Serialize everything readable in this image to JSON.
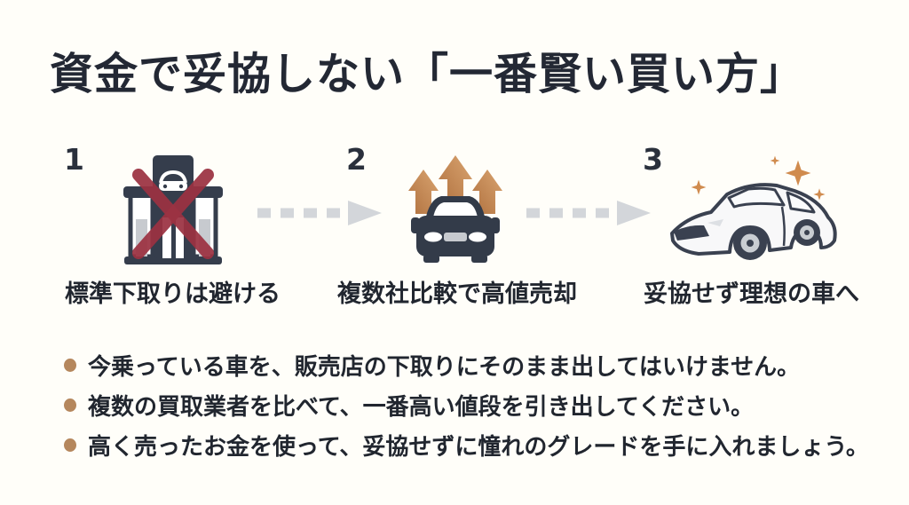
{
  "title": "資金で妥協しない「一番賢い買い方」",
  "steps": [
    {
      "number": "1",
      "label": "標準下取りは避ける",
      "icon": "dealership-trade-in-crossed-icon"
    },
    {
      "number": "2",
      "label": "複数社比較で高値売却",
      "icon": "car-rising-offers-icon"
    },
    {
      "number": "3",
      "label": "妥協せず理想の車へ",
      "icon": "ideal-car-sparkle-icon"
    }
  ],
  "bullets": [
    "今乗っている車を、販売店の下取りにそのまま出してはいけません。",
    "複数の買取業者を比べて、一番高い値段を引き出してください。",
    "高く売ったお金を使って、妥協せずに憧れのグレードを手に入れましょう。"
  ],
  "colors": {
    "background": "#FFFEF9",
    "text": "#21262F",
    "title": "#232834",
    "bullet_dot": "#B5875D",
    "dashed_arrow": "#D3D6DA",
    "cross_red": "#9C3242",
    "icon_dark": "#353D4C",
    "arrow_copper_dark": "#B0713F",
    "arrow_copper_light": "#D9A470",
    "sparkle_orange": "#D08B4E",
    "icon_light_gray": "#C7CACF"
  }
}
